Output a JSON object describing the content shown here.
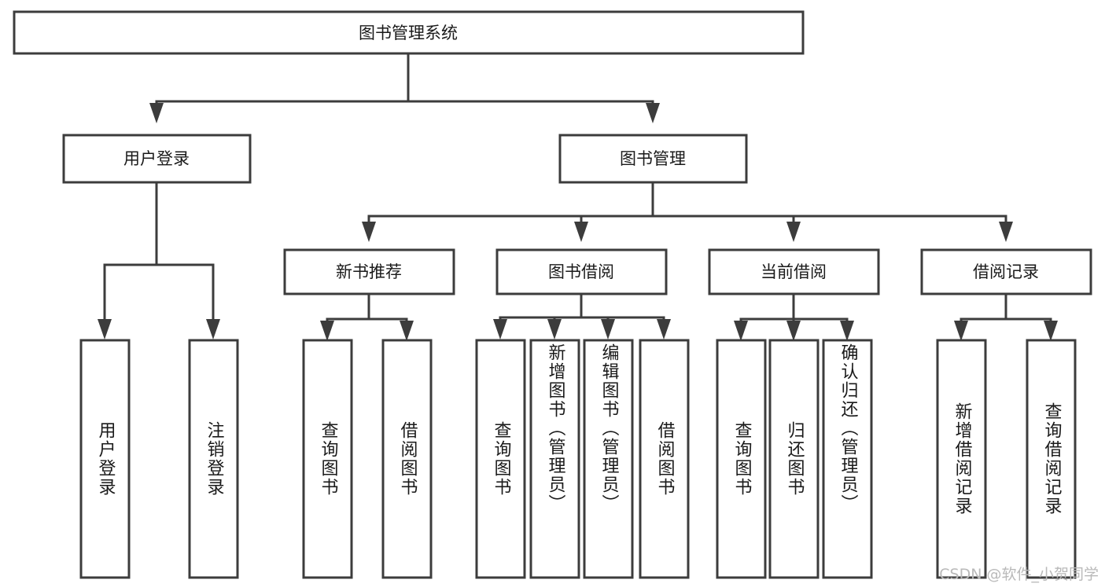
{
  "diagram": {
    "title_text": "图书管理系统",
    "type": "tree-hierarchy-chart",
    "background_color": "#ffffff",
    "line_color": "#3c3c3c",
    "text_color": "#1a1a1a",
    "root": {
      "label": "图书管理系统"
    },
    "level2": [
      {
        "label": "用户登录"
      },
      {
        "label": "图书管理"
      }
    ],
    "level3": [
      {
        "label": "新书推荐"
      },
      {
        "label": "图书借阅"
      },
      {
        "label": "当前借阅"
      },
      {
        "label": "借阅记录"
      }
    ],
    "leaves": {
      "user_login": [
        {
          "label": "用户登录"
        },
        {
          "label": "注销登录"
        }
      ],
      "new_book_recommend": [
        {
          "label": "查询图书"
        },
        {
          "label": "借阅图书"
        }
      ],
      "book_borrow": [
        {
          "label": "查询图书"
        },
        {
          "label": "新增图书（管理员）"
        },
        {
          "label": "编辑图书（管理员）"
        },
        {
          "label": "借阅图书"
        }
      ],
      "current_borrow": [
        {
          "label": "查询图书"
        },
        {
          "label": "归还图书"
        },
        {
          "label": "确认归还（管理员）"
        }
      ],
      "borrow_record": [
        {
          "label": "新增借阅记录"
        },
        {
          "label": "查询借阅记录"
        }
      ]
    },
    "watermark": "CSDN @软件_小贺同学"
  }
}
